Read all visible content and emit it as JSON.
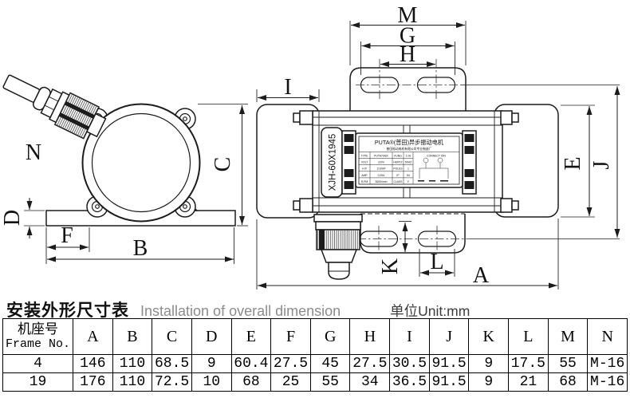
{
  "drawing": {
    "dim_labels": {
      "A": "A",
      "B": "B",
      "C": "C",
      "D": "D",
      "E": "E",
      "F": "F",
      "G": "G",
      "H": "H",
      "I": "I",
      "J": "J",
      "K": "K",
      "L": "L",
      "M": "M",
      "N": "N"
    },
    "model_code": "XJH-60X1945",
    "nameplate": {
      "title": "PUTA®(普田)异步振动电机",
      "subtitle": "普田振动电机有限公司专业制造厂",
      "connection_label": "CONNECT ION",
      "spec_rows": [
        {
          "k1": "TYPE",
          "v1": "PUTA70/6X",
          "k2": "FUNG",
          "v2": "1.00"
        },
        {
          "k1": "VOLT",
          "v1": "220V",
          "k2": "HERTZ",
          "v2": "50HZ"
        },
        {
          "k1": "H.P",
          "v1": "1/10HP",
          "k2": "POLES",
          "v2": "1"
        },
        {
          "k1": "AMP",
          "v1": "0.20A",
          "k2": "IP",
          "v2": "54"
        },
        {
          "k1": "R.PM",
          "v1": "3000r/min",
          "k2": "CLASS",
          "v2": "F"
        }
      ]
    }
  },
  "caption": {
    "title_zh": "安装外形尺寸表",
    "title_en": "Installation of overall dimension",
    "unit": "单位Unit:mm"
  },
  "table": {
    "header_col0_zh": "机座号",
    "header_col0_en": "Frame No.",
    "columns": [
      "A",
      "B",
      "C",
      "D",
      "E",
      "F",
      "G",
      "H",
      "I",
      "J",
      "K",
      "L",
      "M",
      "N"
    ],
    "rows": [
      {
        "frame": "4",
        "values": [
          "146",
          "110",
          "68.5",
          "9",
          "60.4",
          "27.5",
          "45",
          "27.5",
          "30.5",
          "91.5",
          "9",
          "17.5",
          "55",
          "M-16"
        ]
      },
      {
        "frame": "19",
        "values": [
          "176",
          "110",
          "72.5",
          "10",
          "68",
          "25",
          "55",
          "34",
          "36.5",
          "91.5",
          "9",
          "21",
          "68",
          "M-16"
        ]
      }
    ]
  }
}
